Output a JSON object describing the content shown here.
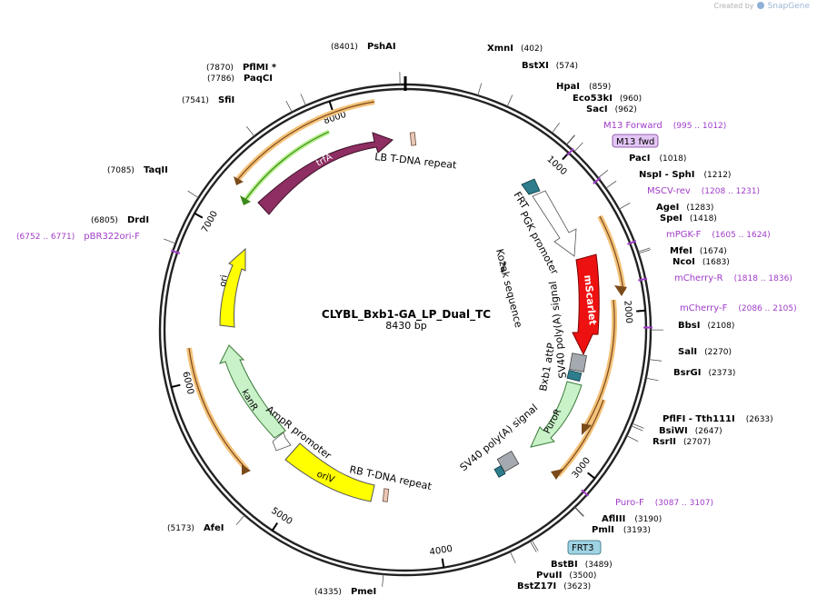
{
  "credit": {
    "prefix": "Created by",
    "brand": "SnapGene"
  },
  "plasmid": {
    "name": "CLYBL_Bxb1-GA_LP_Dual_TC",
    "length": 8430,
    "length_label": "8430 bp"
  },
  "colors": {
    "backbone": "#222222",
    "label": "#000000",
    "primer": "#a03cc8",
    "orf_highlight": "#f4c27a"
  },
  "ticks": [
    {
      "pos": 1000,
      "label": "1000"
    },
    {
      "pos": 2000,
      "label": "2000"
    },
    {
      "pos": 3000,
      "label": "3000"
    },
    {
      "pos": 4000,
      "label": "4000"
    },
    {
      "pos": 5000,
      "label": "5000"
    },
    {
      "pos": 6000,
      "label": "6000"
    },
    {
      "pos": 7000,
      "label": "7000"
    },
    {
      "pos": 8000,
      "label": "8000"
    }
  ],
  "sites": [
    {
      "name": "XmnI",
      "pos": "(402)",
      "bp": 402
    },
    {
      "name": "BstXI",
      "pos": "(574)",
      "bp": 574
    },
    {
      "name": "HpaI",
      "pos": "(859)",
      "bp": 859
    },
    {
      "name": "Eco53kI",
      "pos": "(960)",
      "bp": 960
    },
    {
      "name": "SacI",
      "pos": "(962)",
      "bp": 962
    },
    {
      "name": "PacI",
      "pos": "(1018)",
      "bp": 1018
    },
    {
      "name": "NspI - SphI",
      "pos": "(1212)",
      "bp": 1212
    },
    {
      "name": "AgeI",
      "pos": "(1283)",
      "bp": 1283
    },
    {
      "name": "SpeI",
      "pos": "(1418)",
      "bp": 1418
    },
    {
      "name": "MfeI",
      "pos": "(1674)",
      "bp": 1674
    },
    {
      "name": "NcoI",
      "pos": "(1683)",
      "bp": 1683
    },
    {
      "name": "BbsI",
      "pos": "(2108)",
      "bp": 2108
    },
    {
      "name": "SalI",
      "pos": "(2270)",
      "bp": 2270
    },
    {
      "name": "BsrGI",
      "pos": "(2373)",
      "bp": 2373
    },
    {
      "name": "PflFI - Tth111I",
      "pos": "(2633)",
      "bp": 2633
    },
    {
      "name": "BsiWI",
      "pos": "(2647)",
      "bp": 2647
    },
    {
      "name": "RsrII",
      "pos": "(2707)",
      "bp": 2707
    },
    {
      "name": "AflIII",
      "pos": "(3190)",
      "bp": 3190
    },
    {
      "name": "PmlI",
      "pos": "(3193)",
      "bp": 3193
    },
    {
      "name": "BstBI",
      "pos": "(3489)",
      "bp": 3489
    },
    {
      "name": "PvuII",
      "pos": "(3500)",
      "bp": 3500
    },
    {
      "name": "BstZ17I",
      "pos": "(3623)",
      "bp": 3623
    },
    {
      "name": "PmeI",
      "pos": "(4335)",
      "bp": 4335
    },
    {
      "name": "AfeI",
      "pos": "(5173)",
      "bp": 5173
    },
    {
      "name": "DrdI",
      "pos": "(6805)",
      "bp": 6805
    },
    {
      "name": "TaqII",
      "pos": "(7085)",
      "bp": 7085
    },
    {
      "name": "SfiI",
      "pos": "(7541)",
      "bp": 7541
    },
    {
      "name": "PaqCI",
      "pos": "(7786)",
      "bp": 7786
    },
    {
      "name": "PflMI *",
      "pos": "(7870)",
      "bp": 7870
    },
    {
      "name": "PshAI",
      "pos": "(8401)",
      "bp": 8401
    }
  ],
  "primers": [
    {
      "name": "M13 Forward",
      "range": "(995 .. 1012)",
      "bp": 1003
    },
    {
      "name": "MSCV-rev",
      "range": "(1208 .. 1231)",
      "bp": 1220
    },
    {
      "name": "mPGK-F",
      "range": "(1605 .. 1624)",
      "bp": 1614
    },
    {
      "name": "mCherry-R",
      "range": "(1818 .. 1836)",
      "bp": 1827
    },
    {
      "name": "mCherry-F",
      "range": "(2086 .. 2105)",
      "bp": 2095
    },
    {
      "name": "Puro-F",
      "range": "(3087 .. 3107)",
      "bp": 3097
    },
    {
      "name": "pBR322ori-F",
      "range": "(6752 .. 6771)",
      "bp": 6761
    }
  ],
  "boxed_features": [
    {
      "name": "M13 fwd",
      "bp": 1003,
      "color": "#e3c6f5"
    },
    {
      "name": "FRT3",
      "bp": 3480,
      "color": "#9fd3e3"
    }
  ],
  "features": [
    {
      "name": "trfA",
      "color": "#8e2e63"
    },
    {
      "name": "LB T-DNA repeat",
      "color": "#e9c7b4"
    },
    {
      "name": "FRT",
      "color": "#2e7d8c"
    },
    {
      "name": "PGK promoter",
      "color": "#ffffff"
    },
    {
      "name": "Kozak sequence",
      "color": "#777777"
    },
    {
      "name": "mScarlet",
      "color": "#ee1111"
    },
    {
      "name": "SV40 poly(A) signal",
      "color": "#a5a9b0"
    },
    {
      "name": "Bxb1 attP",
      "color": "#2e7d8c"
    },
    {
      "name": "PuroR",
      "color": "#c9f2c9"
    },
    {
      "name": "SV40 poly(A) signal",
      "color": "#a5a9b0"
    },
    {
      "name": "RB T-DNA repeat",
      "color": "#e9c7b4"
    },
    {
      "name": "oriV",
      "color": "#ffff00"
    },
    {
      "name": "AmpR promoter",
      "color": "#ffffff"
    },
    {
      "name": "kanR",
      "color": "#c9f2c9"
    },
    {
      "name": "ori",
      "color": "#ffff00"
    }
  ]
}
